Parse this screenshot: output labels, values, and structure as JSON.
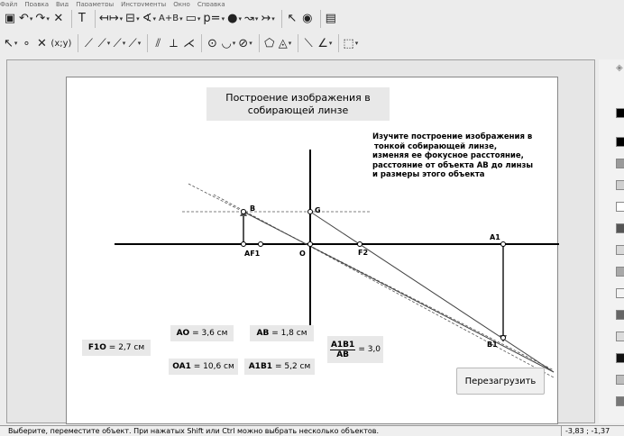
{
  "menu": [
    "Файл",
    "Правка",
    "Вид",
    "Параметры",
    "Инструменты",
    "Окно",
    "Справка"
  ],
  "toolbar1": [
    {
      "name": "save-icon",
      "glyph": "▣",
      "dd": false
    },
    {
      "name": "undo-icon",
      "glyph": "↶",
      "dd": true
    },
    {
      "name": "redo-icon",
      "glyph": "↷",
      "dd": true
    },
    {
      "name": "delete-icon",
      "glyph": "✕",
      "dd": false
    },
    {
      "name": "text-icon",
      "glyph": "T",
      "dd": false
    },
    {
      "name": "distance-icon",
      "glyph": "↤↦",
      "dd": true
    },
    {
      "name": "slider-icon",
      "glyph": "⊟",
      "dd": true
    },
    {
      "name": "angle-icon",
      "glyph": "∢",
      "dd": true
    },
    {
      "name": "formula-icon",
      "glyph": "A+B",
      "dd": true
    },
    {
      "name": "table-icon",
      "glyph": "▭",
      "dd": true
    },
    {
      "name": "parameter-icon",
      "glyph": "p=",
      "dd": true
    },
    {
      "name": "point-style-icon",
      "glyph": "●",
      "dd": true
    },
    {
      "name": "trace-icon",
      "glyph": "↝",
      "dd": true
    },
    {
      "name": "animation-icon",
      "glyph": "↣",
      "dd": true
    },
    {
      "name": "select-arrow-icon",
      "glyph": "↖",
      "dd": false
    },
    {
      "name": "eye-icon",
      "glyph": "◉",
      "dd": false
    },
    {
      "name": "calculator-icon",
      "glyph": "▤",
      "dd": false
    }
  ],
  "toolbar2": [
    {
      "name": "pointer-icon",
      "glyph": "↖",
      "dd": true
    },
    {
      "name": "point-icon",
      "glyph": "∘",
      "dd": false
    },
    {
      "name": "intersection-icon",
      "glyph": "✕",
      "dd": false
    },
    {
      "name": "coordinates-point-icon",
      "glyph": "(x;y)",
      "dd": false
    },
    {
      "name": "segment-icon",
      "glyph": "⟋",
      "dd": false
    },
    {
      "name": "ray-icon",
      "glyph": "⟋",
      "dd": true
    },
    {
      "name": "line-icon",
      "glyph": "⟋",
      "dd": true
    },
    {
      "name": "vector-icon",
      "glyph": "⟋",
      "dd": true
    },
    {
      "name": "parallel-line-icon",
      "glyph": "⫽",
      "dd": false
    },
    {
      "name": "perpendicular-icon",
      "glyph": "⟂",
      "dd": false
    },
    {
      "name": "bisector-icon",
      "glyph": "⋌",
      "dd": false
    },
    {
      "name": "circle-icon",
      "glyph": "⊙",
      "dd": false
    },
    {
      "name": "arc-icon",
      "glyph": "◡",
      "dd": true
    },
    {
      "name": "conic-icon",
      "glyph": "⊘",
      "dd": true
    },
    {
      "name": "polygon-icon",
      "glyph": "⬠",
      "dd": false
    },
    {
      "name": "polygon-region-icon",
      "glyph": "◬",
      "dd": true
    },
    {
      "name": "measure-icon",
      "glyph": "⟍",
      "dd": false
    },
    {
      "name": "angle-measure-icon",
      "glyph": "∠",
      "dd": true
    },
    {
      "name": "transform-icon",
      "glyph": "⬚",
      "dd": true
    }
  ],
  "title_lines": [
    "Построение изображения в",
    "собирающей линзе"
  ],
  "instructions": [
    "Изучите построение изображения в",
    "тонкой собирающей линзе,",
    "изменяя ее фокусное расстояние,",
    "расстояние от объекта АВ до линзы",
    " и размеры этого объекта"
  ],
  "labels": {
    "B": "B",
    "G": "G",
    "AF1": "AF1",
    "O": "O",
    "F2": "F2",
    "A1": "A1",
    "B1": "B1"
  },
  "measures": {
    "F1O": {
      "name": "F1O",
      "value": "= 2,7 см"
    },
    "AO": {
      "name": "AO",
      "value": "= 3,6 см"
    },
    "AB": {
      "name": "AB",
      "value": "= 1,8 см"
    },
    "OA1": {
      "name": "OA1",
      "value": "= 10,6 см"
    },
    "A1B1": {
      "name": "A1B1",
      "value": "= 5,2 см"
    },
    "ratio": {
      "num": "A1B1",
      "den": "AB",
      "value": "= 3,0"
    }
  },
  "reload_label": "Перезагрузить",
  "status_text": "Выберите, переместите объект. При нажатых Shift или Ctrl можно выбрать несколько объектов.",
  "coords": "-3,83 ; -1,37",
  "colors": {
    "axis": "#000000",
    "ray": "#444444",
    "dashed": "#555555"
  }
}
